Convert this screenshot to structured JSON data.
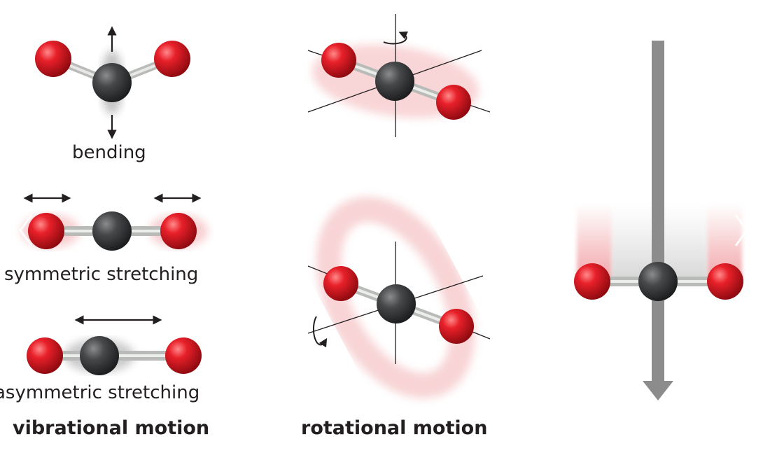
{
  "vibrational": {
    "bending_label": "bending",
    "symmetric_label": "symmetric stretching",
    "asymmetric_label": "asymmetric stretching",
    "heading": "vibrational motion"
  },
  "rotational": {
    "heading": "rotational motion"
  },
  "colors": {
    "oxygen": "#d8141f",
    "carbon": "#3a3b3c",
    "bond": "#c9cbc8",
    "arrow": "#231f20",
    "axis_arrow": "#8c8c8c",
    "motion_trail": "#f2b6b8"
  },
  "navigation": {
    "prev_icon": "chevron-left-icon",
    "next_icon": "chevron-right-icon"
  }
}
